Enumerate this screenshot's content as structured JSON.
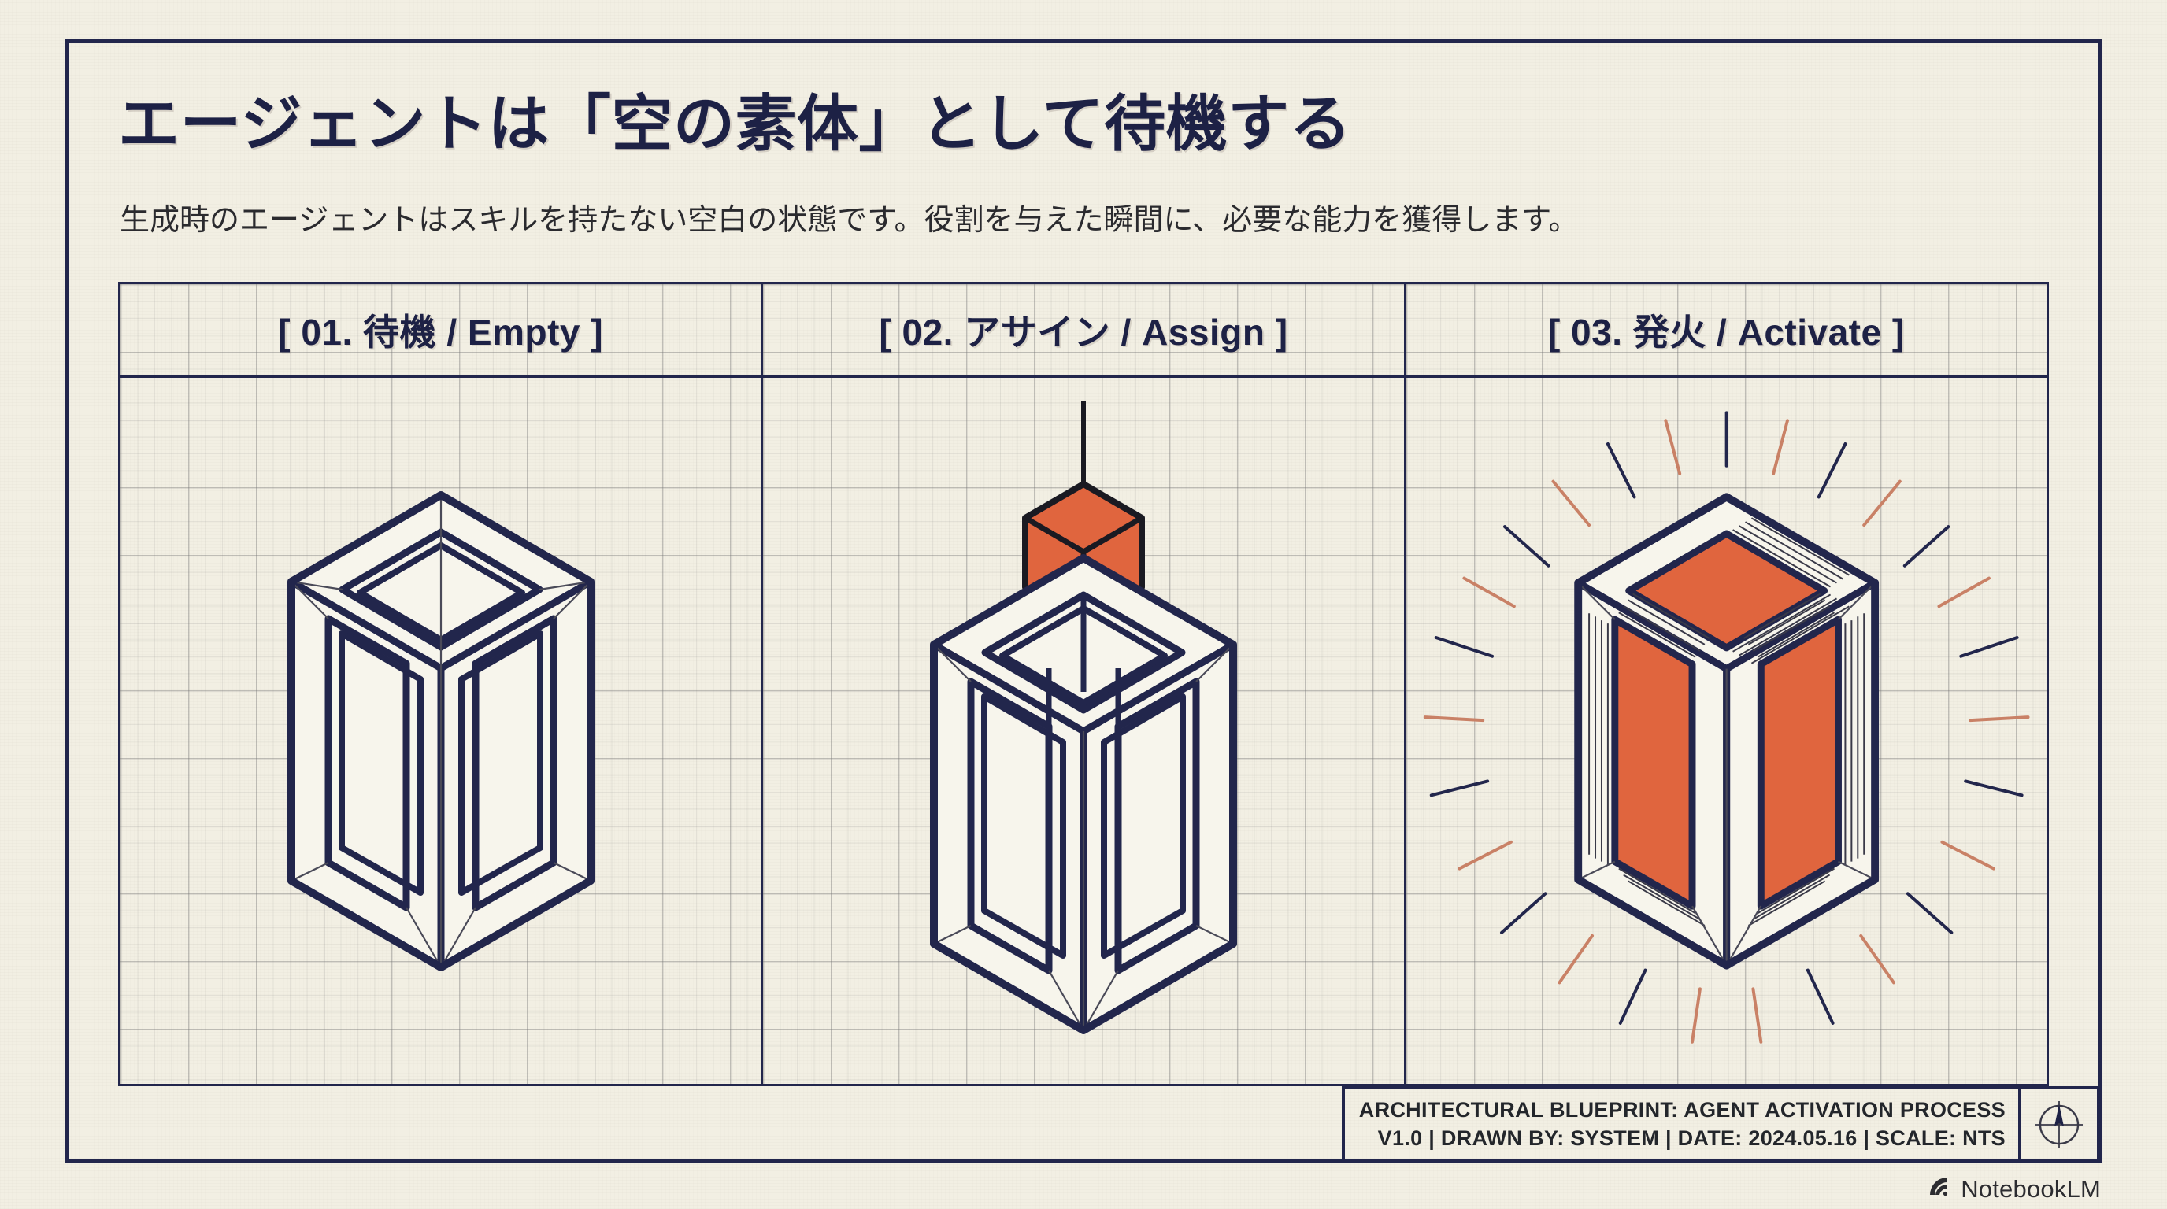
{
  "document": {
    "title": "エージェントは「空の素体」として待機する",
    "subtitle": "生成時のエージェントはスキルを持たない空白の状態です。役割を与えた瞬間に、必要な能力を獲得します。"
  },
  "panels": [
    {
      "header": "[ 01. 待機 / Empty ]",
      "state": "empty",
      "number": "01",
      "label_ja": "待機",
      "label_en": "Empty"
    },
    {
      "header": "[ 02. アサイン / Assign ]",
      "state": "assign",
      "number": "02",
      "label_ja": "アサイン",
      "label_en": "Assign"
    },
    {
      "header": "[ 03. 発火 / Activate ]",
      "state": "activate",
      "number": "03",
      "label_ja": "発火",
      "label_en": "Activate"
    }
  ],
  "title_block": {
    "line1": "ARCHITECTURAL BLUEPRINT: AGENT ACTIVATION PROCESS",
    "line2": "V1.0 | DRAWN BY: SYSTEM | DATE: 2024.05.16 | SCALE: NTS",
    "compass": "compass-rose-north"
  },
  "brand": {
    "name": "NotebookLM",
    "icon": "notebooklm-logo-icon"
  },
  "colors": {
    "ink": "#22264C",
    "paper": "#F2EFE3",
    "accent": "#E0653E",
    "accent_light": "#C98166",
    "grid": "#8B8B8B",
    "text": "#23262B"
  }
}
